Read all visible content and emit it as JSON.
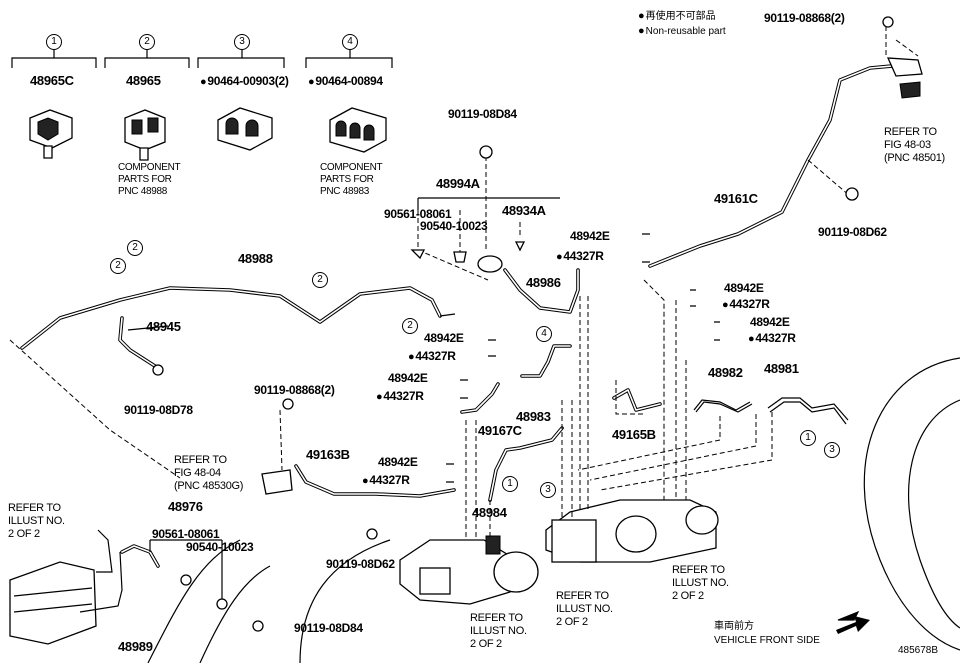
{
  "legend": {
    "jp": "再使用不可部品",
    "en": "Non-reusable part"
  },
  "footer": {
    "front_jp": "車両前方",
    "front_en": "VEHICLE FRONT SIDE",
    "code": "485678B"
  },
  "groups": [
    {
      "num": "1",
      "part": "48965C",
      "note": "",
      "nonreusable": false
    },
    {
      "num": "2",
      "part": "48965",
      "note": "COMPONENT\nPARTS FOR\nPNC 48988",
      "nonreusable": false
    },
    {
      "num": "3",
      "part": "90464-00903(2)",
      "note": "",
      "nonreusable": true
    },
    {
      "num": "4",
      "part": "90464-00894",
      "note": "COMPONENT\nPARTS FOR\nPNC 48983",
      "nonreusable": true
    }
  ],
  "labels": {
    "p90119_08868_top": "90119-08868(2)",
    "refer_48_03": "REFER TO\nFIG 48-03\n(PNC 48501)",
    "p90119_08D84_top": "90119-08D84",
    "p48994A": "48994A",
    "p90561_08061_a": "90561-08061",
    "p90540_10023_a": "90540-10023",
    "p48934A": "48934A",
    "p49161C": "49161C",
    "p90119_08D62_top": "90119-08D62",
    "p48942E_1": "48942E",
    "p44327R_1": "44327R",
    "p48986": "48986",
    "p48988": "48988",
    "p48945": "48945",
    "p90119_08D78": "90119-08D78",
    "p48942E_2": "48942E",
    "p44327R_2": "44327R",
    "p48942E_3": "48942E",
    "p44327R_3": "44327R",
    "p48942E_4": "48942E",
    "p44327R_4": "44327R",
    "p48942E_5": "48942E",
    "p44327R_5": "44327R",
    "p48982": "48982",
    "p48981": "48981",
    "p48983": "48983",
    "p49167C": "49167C",
    "p49165B": "49165B",
    "p90119_08868_mid": "90119-08868(2)",
    "refer_48_04": "REFER TO\nFIG 48-04\n(PNC 48530G)",
    "p49163B": "49163B",
    "p48942E_6": "48942E",
    "p44327R_6": "44327R",
    "p48984": "48984",
    "p48976": "48976",
    "p90561_08061_b": "90561-08061",
    "p90540_10023_b": "90540-10023",
    "p90119_08D62_bot": "90119-08D62",
    "p90119_08D84_bot": "90119-08D84",
    "p48989": "48989",
    "refer_illust_left": "REFER TO\nILLUST NO.\n2 OF 2",
    "refer_illust_mid1": "REFER TO\nILLUST NO.\n2 OF 2",
    "refer_illust_mid2": "REFER TO\nILLUST NO.\n2 OF 2",
    "refer_illust_right": "REFER TO\nILLUST NO.\n2 OF 2"
  },
  "callouts": {
    "c1": "1",
    "c2": "2",
    "c3": "3",
    "c4": "4"
  }
}
